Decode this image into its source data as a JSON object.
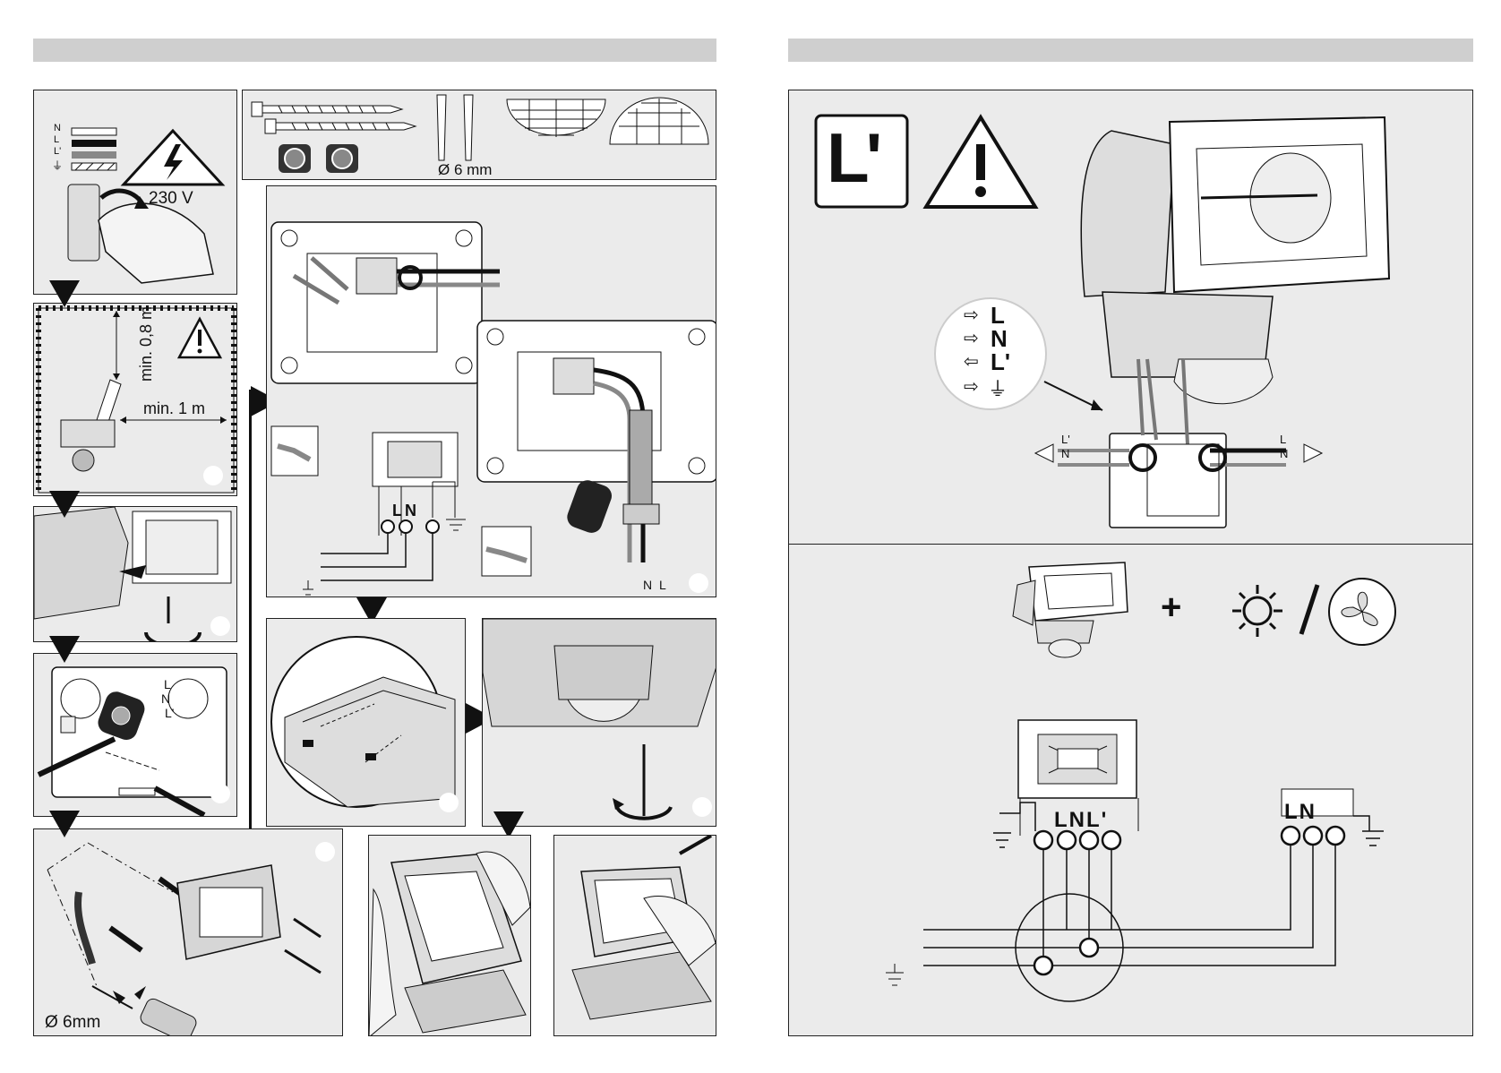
{
  "left": {
    "wire_legend": [
      "N",
      "L",
      "L'",
      "⏚"
    ],
    "voltage": "230 V",
    "height_label": "min. 0,8 m",
    "distance_label": "min. 1 m",
    "dowel_size": "Ø 6 mm",
    "drill_size": "Ø 6mm",
    "terminal_labels": {
      "L": "L",
      "N": "N"
    },
    "box_labels": [
      "L",
      "N",
      "L'"
    ],
    "bottom_cable_labels": [
      "N",
      "L"
    ]
  },
  "right": {
    "mode_symbol": "L'",
    "legend": {
      "L": "L",
      "N": "N",
      "Lp": "L'"
    },
    "wiring_labels": {
      "L_prime": "L'",
      "N_left": "N",
      "L_right": "L",
      "N_right": "N"
    },
    "plus": "+",
    "slash": "/",
    "circuit_lamp_terminals": "LNL'",
    "circuit_load_terminals": "LN"
  }
}
